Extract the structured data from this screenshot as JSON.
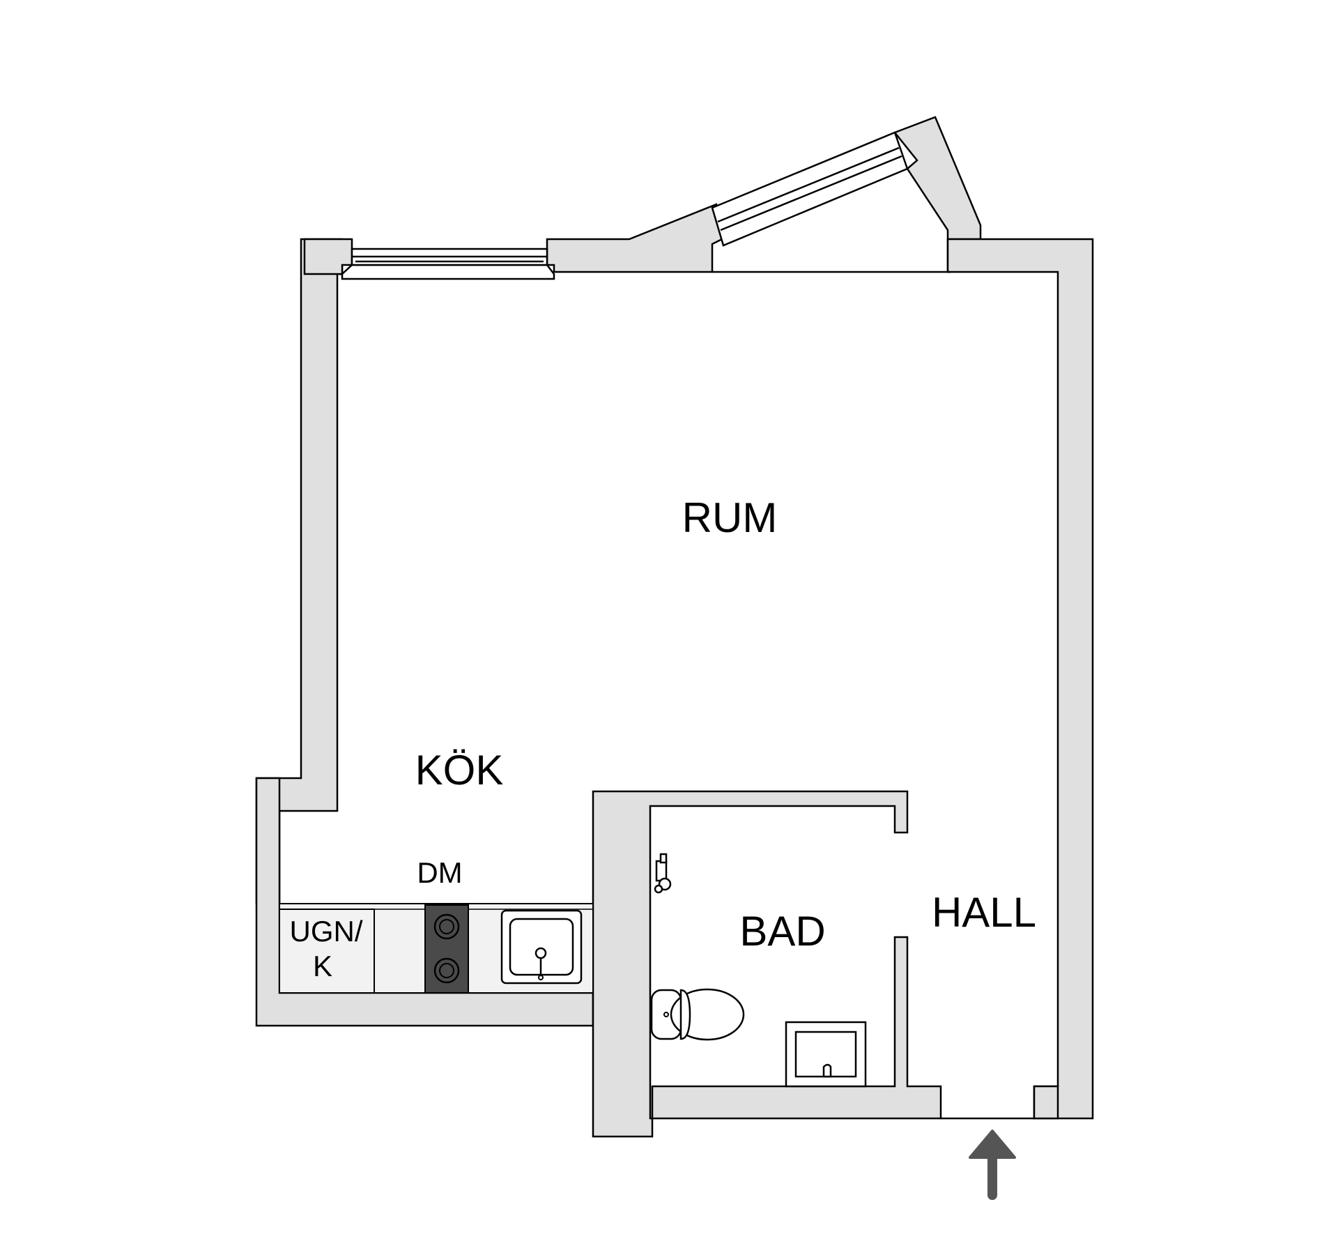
{
  "rooms": {
    "rum": "RUM",
    "kok": "KÖK",
    "bad": "BAD",
    "hall": "HALL"
  },
  "appliances": {
    "dishwasher": "DM",
    "oven_fridge_line1": "UGN/",
    "oven_fridge_line2": "K"
  },
  "colors": {
    "wall_fill": "#e0e0e0",
    "stroke": "#000000",
    "stove": "#4a4a4a",
    "entrance_arrow": "#555555"
  }
}
